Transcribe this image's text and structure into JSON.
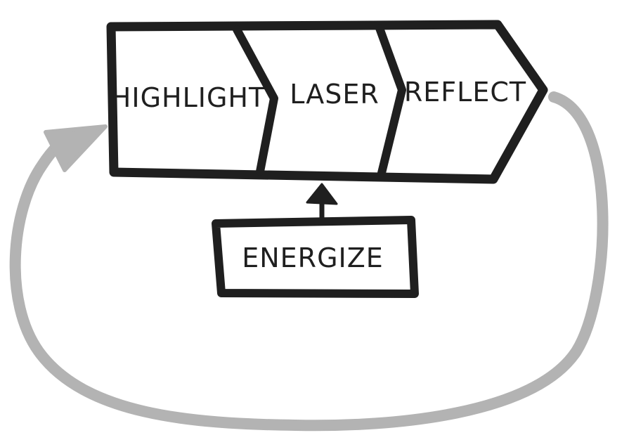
{
  "stages": [
    {
      "id": "highlight",
      "label": "HIGHLIGHT"
    },
    {
      "id": "laser",
      "label": "LASER"
    },
    {
      "id": "reflect",
      "label": "REFLECT"
    }
  ],
  "input": {
    "label": "ENERGIZE"
  },
  "colors": {
    "stroke": "#1f1f1f",
    "loop_arrow": "#b3b3b3",
    "background": "#ffffff"
  }
}
